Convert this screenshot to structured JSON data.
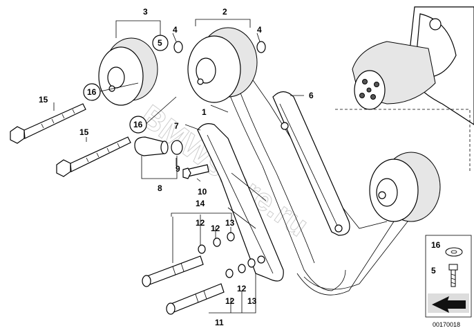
{
  "diagram": {
    "watermark": "BMWstore.ru",
    "diagram_id": "00170018",
    "callouts": [
      {
        "label": "1"
      },
      {
        "label": "2"
      },
      {
        "label": "3"
      },
      {
        "label": "4"
      },
      {
        "label": "4"
      },
      {
        "label": "5"
      },
      {
        "label": "6"
      },
      {
        "label": "7"
      },
      {
        "label": "8"
      },
      {
        "label": "9"
      },
      {
        "label": "10"
      },
      {
        "label": "11"
      },
      {
        "label": "12"
      },
      {
        "label": "12"
      },
      {
        "label": "12"
      },
      {
        "label": "12"
      },
      {
        "label": "13"
      },
      {
        "label": "13"
      },
      {
        "label": "14"
      },
      {
        "label": "15"
      },
      {
        "label": "15"
      },
      {
        "label": "16"
      },
      {
        "label": "16"
      }
    ],
    "legend": {
      "items": [
        {
          "label": "16",
          "icon": "washer-icon"
        },
        {
          "label": "5",
          "icon": "bolt-icon"
        }
      ],
      "arrow_icon": "direction-arrow-icon"
    }
  }
}
